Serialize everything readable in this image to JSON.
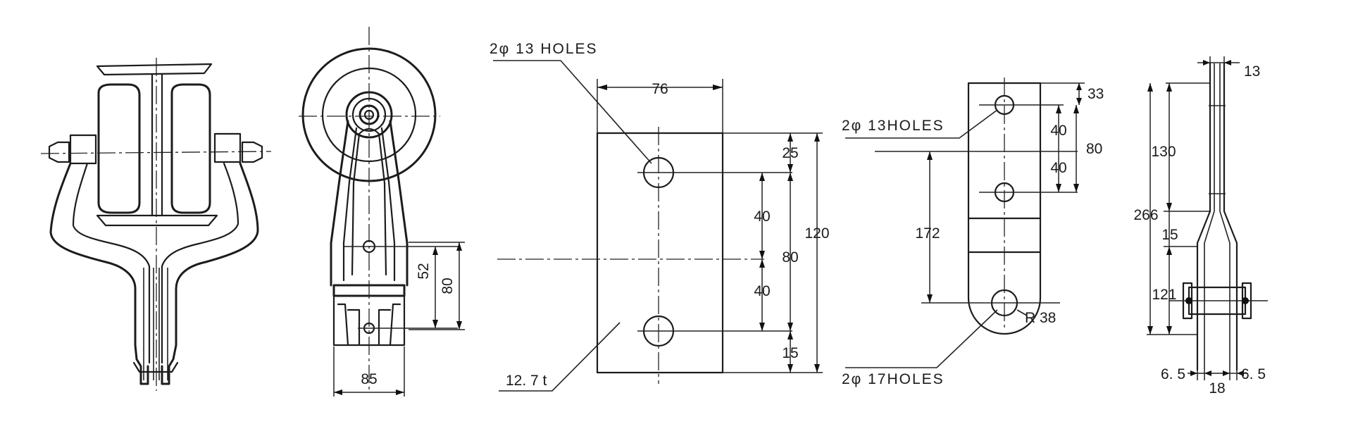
{
  "view_bracket": {
    "dim_52": "52",
    "dim_80": "80",
    "dim_85": "85"
  },
  "view_plate": {
    "holes_note": "2φ 13  HOLES",
    "dim_76": "76",
    "dim_25": "25",
    "dim_40_top": "40",
    "dim_80": "80",
    "dim_120": "120",
    "dim_40_bottom": "40",
    "dim_15": "15",
    "thickness_note": "12. 7 t"
  },
  "view_link": {
    "holes_note_top": "2φ 13HOLES",
    "dim_33": "33",
    "dim_40_a": "40",
    "dim_80": "80",
    "dim_40_b": "40",
    "dim_172": "172",
    "radius_note": "R 38",
    "holes_note_bottom": "2φ 17HOLES"
  },
  "view_side": {
    "dim_13": "13",
    "dim_130": "130",
    "dim_266": "266",
    "dim_15": "15",
    "dim_121": "121",
    "dim_6_5_left": "6. 5",
    "dim_18": "18",
    "dim_6_5_right": "6. 5"
  }
}
